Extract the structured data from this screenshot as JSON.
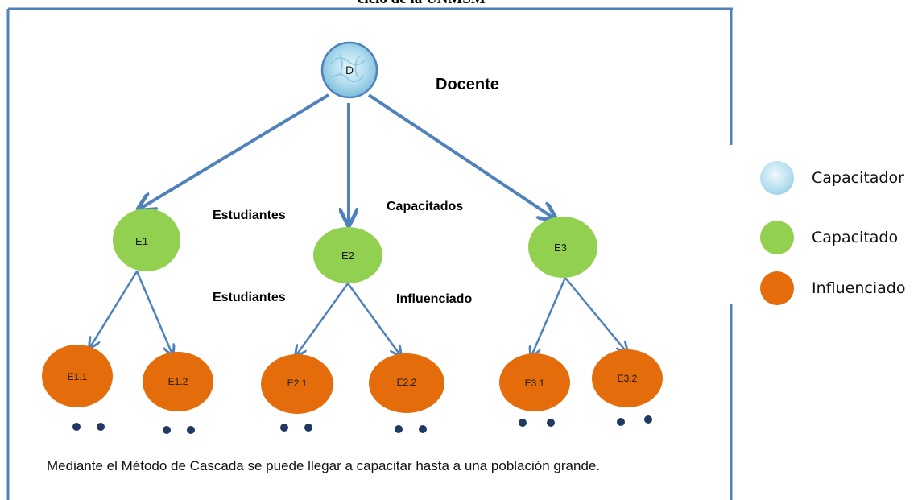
{
  "header": {
    "cut_text": "ciclo de la UNMSM"
  },
  "diagram": {
    "root": {
      "label": "D",
      "role": "Docente"
    },
    "level_labels": {
      "trained_left": "Estudiantes",
      "trained_right": "Capacitados",
      "influenced_left": "Estudiantes",
      "influenced_right": "Influenciado"
    },
    "trained_nodes": [
      {
        "label": "E1",
        "children": [
          "E1.1",
          "E1.2"
        ]
      },
      {
        "label": "E2",
        "children": [
          "E2.1",
          "E2.2"
        ]
      },
      {
        "label": "E3",
        "children": [
          "E3.1",
          "E3.2"
        ]
      }
    ],
    "caption": "Mediante el Método de Cascada se puede llegar a capacitar hasta  a una población  grande."
  },
  "legend": [
    {
      "label": "Capacitador",
      "color": "#a9d7ea"
    },
    {
      "label": "Capacitado",
      "color": "#92d050"
    },
    {
      "label": "Influenciado",
      "color": "#e46c0a"
    }
  ],
  "colors": {
    "frame": "#4f81bd",
    "arrow": "#4f81bd",
    "trained": "#92d050",
    "influenced": "#e46c0a",
    "dots": "#1f3864"
  }
}
